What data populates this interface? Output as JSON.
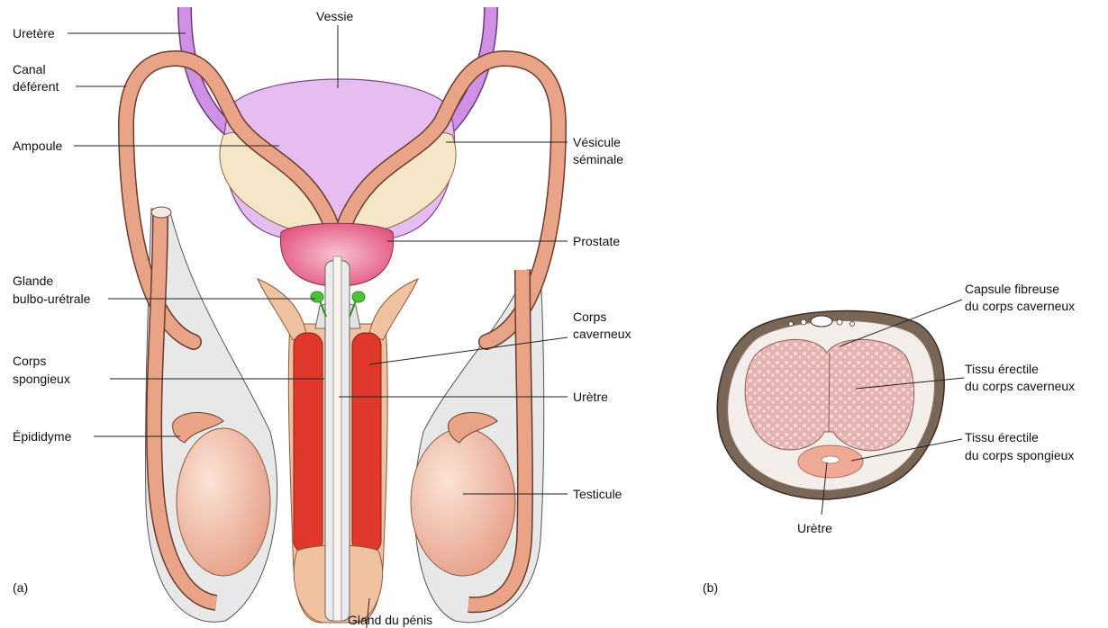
{
  "panel_a": {
    "panel_label": "(a)",
    "labels": {
      "uretere": "Uretère",
      "vessie": "Vessie",
      "canal_line1": "Canal",
      "canal_line2": "déférent",
      "ampoule": "Ampoule",
      "vesicule_line1": "Vésicule",
      "vesicule_line2": "séminale",
      "prostate": "Prostate",
      "glande_line1": "Glande",
      "glande_line2": "bulbo-urétrale",
      "caverneux_line1": "Corps",
      "caverneux_line2": "caverneux",
      "spongieux_line1": "Corps",
      "spongieux_line2": "spongieux",
      "uretre": "Urètre",
      "epididyme": "Épididyme",
      "testicule": "Testicule",
      "gland": "Gland du pénis"
    }
  },
  "panel_b": {
    "panel_label": "(b)",
    "labels": {
      "capsule_line1": "Capsule fibreuse",
      "capsule_line2": "du corps caverneux",
      "tissu_cav_line1": "Tissu érectile",
      "tissu_cav_line2": "du corps caverneux",
      "tissu_spong_line1": "Tissu érectile",
      "tissu_spong_line2": "du corps spongieux",
      "uretre": "Urètre"
    }
  },
  "colors": {
    "bladder": "#e6bdf0",
    "ureter": "#c98ae0",
    "duct": "#e9a487",
    "duct_edge": "#6b3b2c",
    "seminal": "#f6e6c8",
    "prostate": "#e45b86",
    "corpus_cavernosum": "#e0392b",
    "penis_tissue": "#f1c2a0",
    "testis": "#f4c9b3",
    "scrotum": "#e9e9e9",
    "gland_green": "#4cc23a",
    "section_tissue": "#e9b6b3",
    "section_ring": "#6d5a4f"
  }
}
